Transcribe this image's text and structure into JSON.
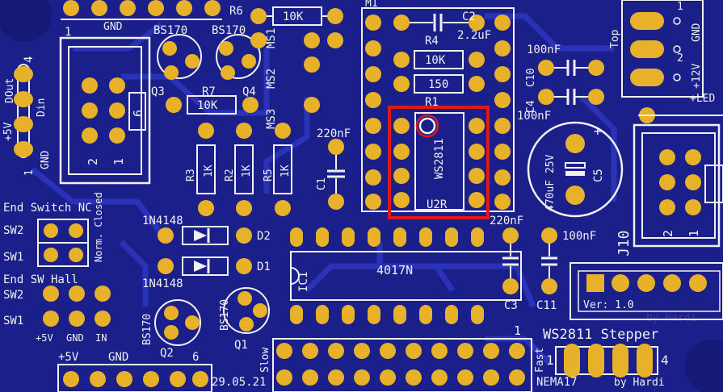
{
  "colors": {
    "board": "#1a1f8a",
    "board_dark": "#151a78",
    "trace": "#2a33b8",
    "pad": "#e7b22a",
    "pad_dark": "#c8901a",
    "silk": "#f0f0f0",
    "highlight": "#e0181c"
  },
  "labels": {
    "r6": "R6",
    "r6_val": "10K",
    "m1": "M1",
    "c2": "C2",
    "c2_val": "2.2uF",
    "r4": "R4",
    "r4_val": "10K",
    "r_150": "150",
    "r1": "R1",
    "c10_val": "100nF",
    "c10": "C10",
    "c4": "C4",
    "c4_val": "100nF",
    "bs170_a": "BS170",
    "bs170_b": "BS170",
    "ms1": "MS1",
    "ms2": "MS2",
    "ms3": "MS3",
    "q3": "Q3",
    "q4": "Q4",
    "r7": "R7",
    "r7_val": "10K",
    "r3": "R3",
    "r3_val": "1K",
    "r2": "R2",
    "r2_val": "1K",
    "r5": "R5",
    "r5_val": "1K",
    "c1": "C1",
    "c1_val": "220nF",
    "chip": "WS2811",
    "u2r": "U2R",
    "c5_val": "470uF 25V",
    "c5": "C5",
    "plus": "+",
    "gnd_top": "GND",
    "one_top": "1",
    "dout": "DOut",
    "four": "4",
    "din": "Din",
    "plus5v": "+5V",
    "gnd_left": "GND",
    "one_left": "1",
    "conn_two": "2",
    "conn_one": "1",
    "conn_six": "6",
    "end_switch_nc": "End Switch NC",
    "sw2_a": "SW2",
    "sw1_a": "SW1",
    "norm_closed": "Norm. Closed",
    "end_sw_hall": "End SW Hall",
    "sw2_b": "SW2",
    "sw1_b": "SW1",
    "plus5v_b": "+5V",
    "gnd_b": "GND",
    "in_b": "IN",
    "d_1n4148_a": "1N4148",
    "d2": "D2",
    "d_1n4148_b": "1N4148",
    "d1": "D1",
    "ic1": "IC1",
    "ic_4017n": "4017N",
    "c3_val": "220nF",
    "c3": "C3",
    "c11_val": "100nF",
    "c11": "C11",
    "bs170_c": "BS170",
    "q2": "Q2",
    "bs170_d": "BS170",
    "q1": "Q1",
    "bottom_plus5v": "+5V",
    "bottom_gnd": "GND",
    "bottom_six": "6",
    "date": "29.05.21",
    "slow": "Slow",
    "fast": "Fast",
    "one_bottom": "1",
    "ws2811_stepper": "WS2811 Stepper",
    "nema17": "NEMA17",
    "by_hardi": "by Hardi",
    "stepper_one": "1",
    "stepper_four": "4",
    "ver": "Ver: 1.0",
    "by_hardi_faint": "by Hardi",
    "j10": "J10",
    "j10_two": "2",
    "j10_one": "1",
    "plus12v": "+12V",
    "gnd_right": "GND",
    "one_right": "1",
    "two_right": "2",
    "led": "+LED",
    "top": "Top"
  }
}
